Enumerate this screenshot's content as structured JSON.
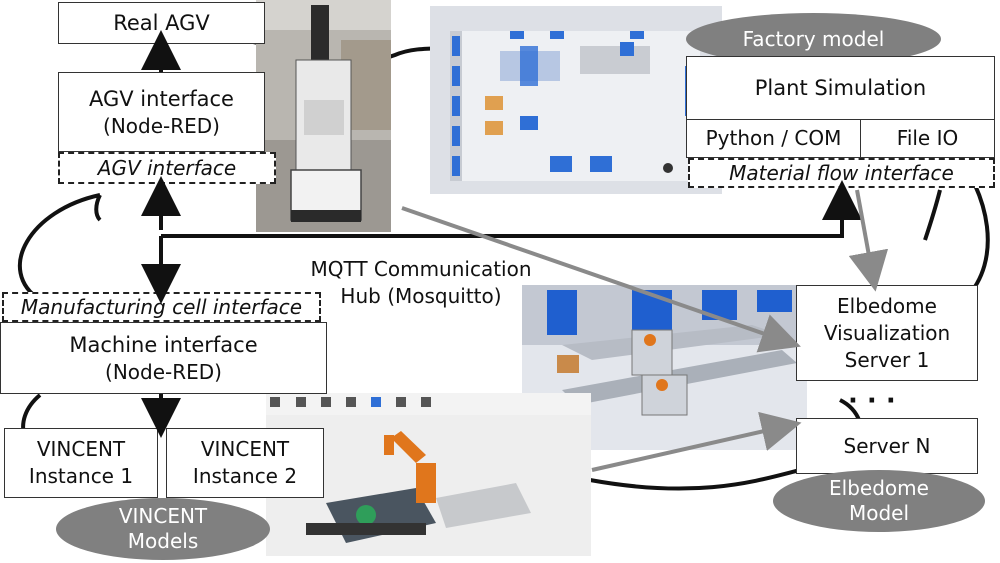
{
  "labels": {
    "real_agv": "Real AGV",
    "agv_interface_title": "AGV interface",
    "agv_interface_sub": "(Node-RED)",
    "agv_interface_tag": "AGV interface",
    "factory_model": "Factory model",
    "plant_simulation": "Plant Simulation",
    "python_com": "Python / COM",
    "file_io": "File IO",
    "material_flow_interface": "Material flow interface",
    "mqtt_line1": "MQTT Communication",
    "mqtt_line2": "Hub (Mosquitto)",
    "manufacturing_cell_interface": "Manufacturing cell interface",
    "machine_interface_title": "Machine interface",
    "machine_interface_sub": "(Node-RED)",
    "vincent1_line1": "VINCENT",
    "vincent1_line2": "Instance 1",
    "vincent2_line1": "VINCENT",
    "vincent2_line2": "Instance 2",
    "vincent_models_line1": "VINCENT",
    "vincent_models_line2": "Models",
    "elbedome_vis_line1": "Elbedome",
    "elbedome_vis_line2": "Visualization",
    "elbedome_vis_line3": "Server 1",
    "ellipsis": "· · ·",
    "server_n": "Server N",
    "elbedome_model_line1": "Elbedome",
    "elbedome_model_line2": "Model"
  },
  "colors": {
    "ellipse_fill": "#808080",
    "arrow_black": "#111111",
    "arrow_gray": "#8a8a8a",
    "robot_orange": "#e0761c",
    "factory_blue": "#2f6fd6"
  }
}
